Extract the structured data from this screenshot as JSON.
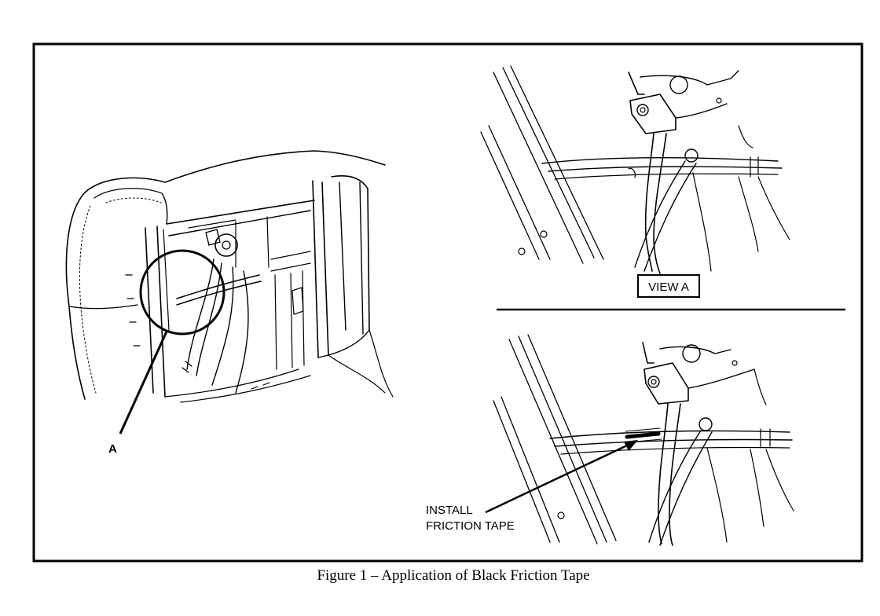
{
  "labels": {
    "callout_a": "A",
    "view_a": "VIEW A",
    "install_line1": "INSTALL",
    "install_line2": "FRICTION TAPE"
  },
  "caption": "Figure 1 – Application of Black Friction Tape"
}
